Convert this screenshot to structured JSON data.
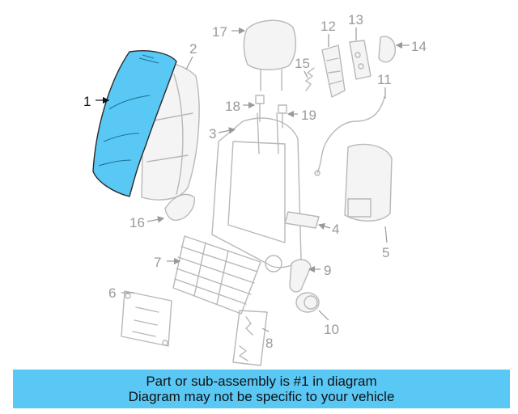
{
  "diagram": {
    "highlight_color": "#5ac8f5",
    "highlighted_part": "1",
    "callouts": {
      "c1": "1",
      "c2": "2",
      "c3": "3",
      "c4": "4",
      "c5": "5",
      "c6": "6",
      "c7": "7",
      "c8": "8",
      "c9": "9",
      "c10": "10",
      "c11": "11",
      "c12": "12",
      "c13": "13",
      "c14": "14",
      "c15": "15",
      "c16": "16",
      "c17": "17",
      "c18": "18",
      "c19": "19"
    }
  },
  "notice": {
    "line1": "Part or sub-assembly is #1 in diagram",
    "line2": "Diagram may not be specific to your vehicle"
  }
}
